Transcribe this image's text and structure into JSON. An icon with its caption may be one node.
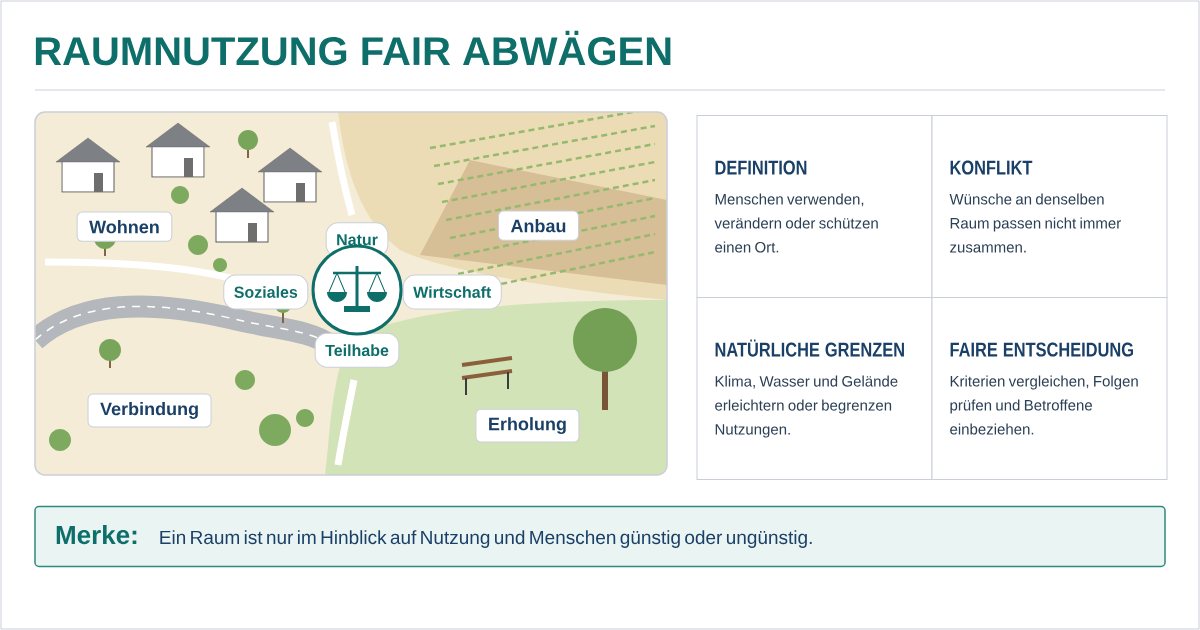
{
  "diagram": {
    "title": "RAUMNUTZUNG FAIR ABWÄGEN",
    "nodes": [
      {
        "text": [],
        "shape": "picture"
      },
      {
        "text": [
          "Wohnen"
        ],
        "in": 0
      },
      {
        "text": [
          "Anbau"
        ],
        "in": 0
      },
      {
        "text": [
          "Natur"
        ],
        "in": 0
      },
      {
        "text": [
          "Soziales"
        ],
        "in": 0
      },
      {
        "text": [],
        "shape": "circle",
        "in": 0
      },
      {
        "text": [
          "Wirtschaft"
        ],
        "in": 0
      },
      {
        "text": [
          "Teilhabe"
        ],
        "in": 0
      },
      {
        "text": [
          "Verbindung"
        ],
        "in": 0
      },
      {
        "text": [
          "Erholung"
        ],
        "in": 0
      },
      {
        "text": [
          "DEFINITION",
          "Menschen verwenden, verändern oder schützen einen Ort."
        ]
      },
      {
        "text": [
          "KONFLIKT",
          "Wünsche an denselben Raum passen nicht immer zusammen."
        ]
      },
      {
        "text": [
          "NATÜRLICHE GRENZEN",
          "Klima, Wasser und Gelände erleichtern oder begrenzen Nutzungen."
        ]
      },
      {
        "text": [
          "FAIRE ENTSCHEIDUNG",
          "Kriterien vergleichen, Folgen prüfen und Betroffene einbeziehen."
        ]
      },
      {
        "text": [
          "Merke:",
          "Ein Raum ist nur im Hinblick auf Nutzung und Menschen günstig oder ungünstig."
        ]
      }
    ]
  }
}
